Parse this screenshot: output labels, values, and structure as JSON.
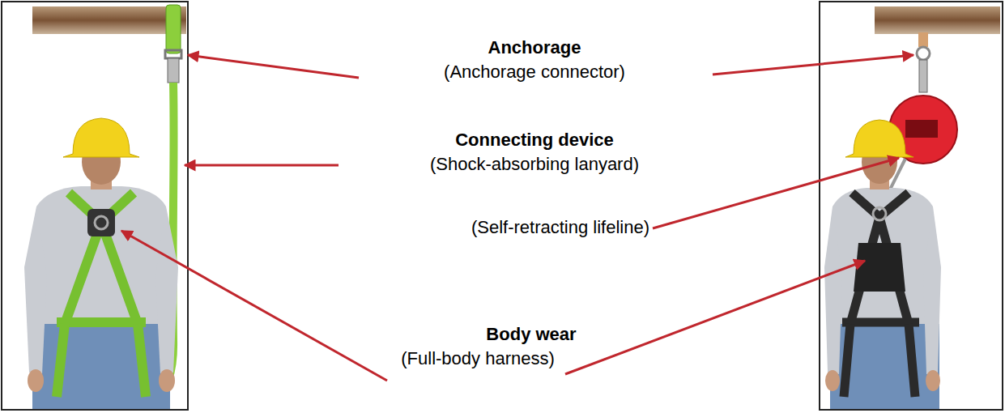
{
  "diagram": {
    "labels": [
      "Anchorage",
      "(Anchorage connector)",
      "Connecting device",
      "(Shock-absorbing lanyard)",
      "(Self-retracting lifeline)",
      "Body wear",
      "(Full-body harness)"
    ]
  }
}
